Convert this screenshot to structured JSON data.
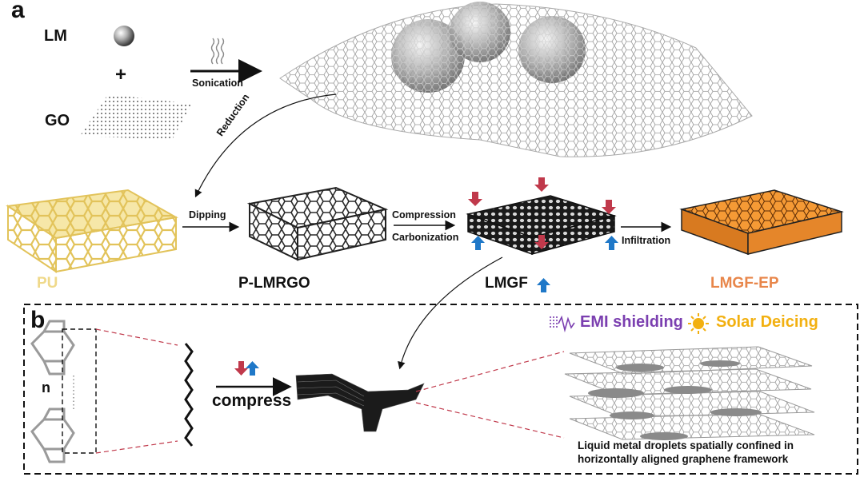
{
  "panel_a": {
    "letter": "a",
    "lm_label": "LM",
    "plus": "+",
    "go_label": "GO",
    "sonication": "Sonication",
    "reduction": "Reduction",
    "dipping": "Dipping",
    "compression": "Compression",
    "carbonization": "Carbonization",
    "infiltration": "Infiltration",
    "pu": "PU",
    "plmrgo": "P-LMRGO",
    "lmgf": "LMGF",
    "lmgf_ep": "LMGF-EP"
  },
  "panel_b": {
    "letter": "b",
    "n_label": "n",
    "compress": "compress",
    "emi": "EMI shielding",
    "solar": "Solar Deicing",
    "caption_line1": "Liquid metal droplets spatially confined in",
    "caption_line2": "horizontally aligned graphene framework"
  },
  "colors": {
    "pu": "#efd98a",
    "lmgf_ep": "#f08c2c",
    "emi": "#7b3fb0",
    "solar": "#f2b010",
    "arrow_red": "#c0394b",
    "arrow_blue": "#1f78c8"
  }
}
